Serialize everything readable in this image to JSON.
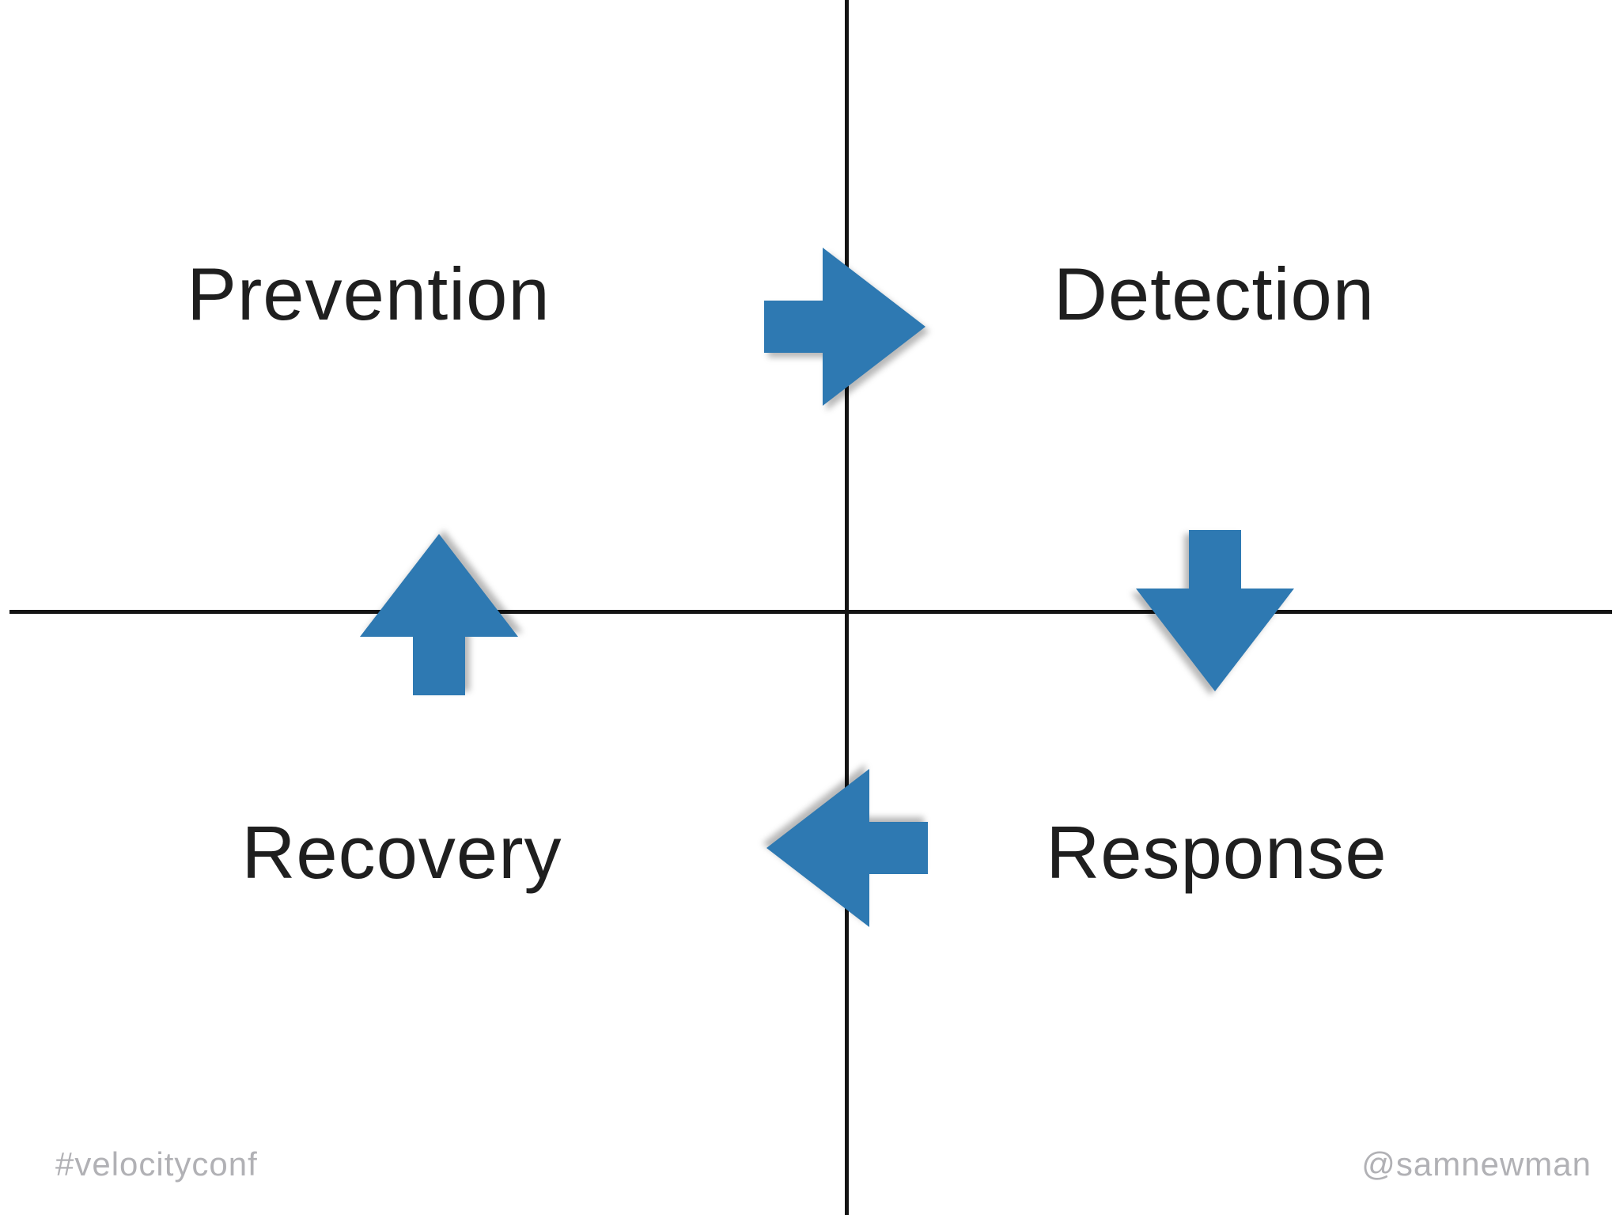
{
  "quadrants": [
    {
      "id": "top-left",
      "label": "Prevention"
    },
    {
      "id": "top-right",
      "label": "Detection"
    },
    {
      "id": "bottom-left",
      "label": "Recovery"
    },
    {
      "id": "bottom-right",
      "label": "Response"
    }
  ],
  "arrows": [
    {
      "name": "prevention-to-detection",
      "direction": "right"
    },
    {
      "name": "detection-to-response",
      "direction": "down"
    },
    {
      "name": "response-to-recovery",
      "direction": "left"
    },
    {
      "name": "recovery-to-prevention",
      "direction": "up"
    }
  ],
  "footer": {
    "hashtag": "#velocityconf",
    "handle": "@samnewman"
  },
  "colors": {
    "arrow": "#2e79b2",
    "axis": "#141414",
    "label": "#1f1f1f",
    "footer": "#b1b1b5",
    "bg": "#ffffff"
  }
}
